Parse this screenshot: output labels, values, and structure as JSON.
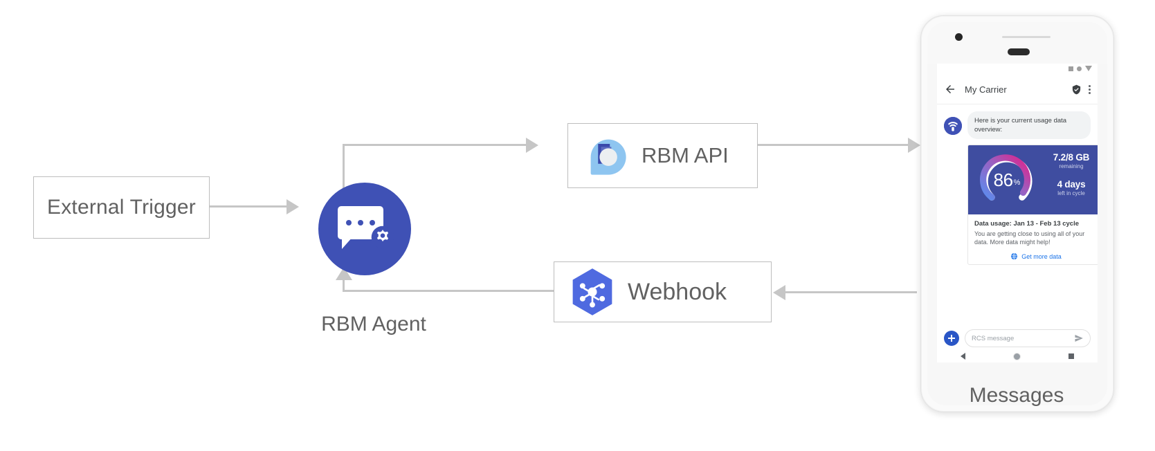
{
  "diagram": {
    "nodes": {
      "external_trigger": {
        "label": "External Trigger"
      },
      "rbm_agent": {
        "label": "RBM Agent",
        "icon": "chat-gear-icon",
        "color": "#3f51b5"
      },
      "rbm_api": {
        "label": "RBM API",
        "icon": "rbm-droplet-icon"
      },
      "webhook": {
        "label": "Webhook",
        "icon": "hexagon-nodes-icon"
      },
      "messages": {
        "label": "Messages"
      }
    },
    "connector_color": "#c6c6c6"
  },
  "phone": {
    "status_icons": [
      "square-icon",
      "circle-icon",
      "triangle-icon"
    ],
    "app_bar": {
      "back_icon": "back-arrow-icon",
      "title": "My Carrier",
      "verified_icon": "verified-shield-icon",
      "overflow_icon": "overflow-menu-icon"
    },
    "message": {
      "avatar_icon": "carrier-avatar-icon",
      "text": "Here is your current usage data overview:"
    },
    "card": {
      "gauge": {
        "value": "86",
        "unit": "%",
        "percent": 86,
        "track_color": "#ffffff",
        "gradient_from": "#5b8def",
        "gradient_to": "#e0218a"
      },
      "hero_bg": "#3f4da0",
      "stats": [
        {
          "value": "7.2/8 GB",
          "label": "remaining"
        },
        {
          "value": "4 days",
          "label": "left in cycle"
        }
      ],
      "title": "Data usage: Jan 13 - Feb 13 cycle",
      "description": "You are getting close to using all of your data. More data might help!",
      "action": {
        "icon": "globe-icon",
        "label": "Get more data",
        "color": "#1a73e8"
      }
    },
    "composer": {
      "add_icon": "plus-icon",
      "placeholder": "RCS message",
      "send_icon": "send-icon"
    },
    "nav": {
      "back_icon": "nav-back-icon",
      "home_icon": "nav-home-icon",
      "recents_icon": "nav-recents-icon"
    }
  }
}
